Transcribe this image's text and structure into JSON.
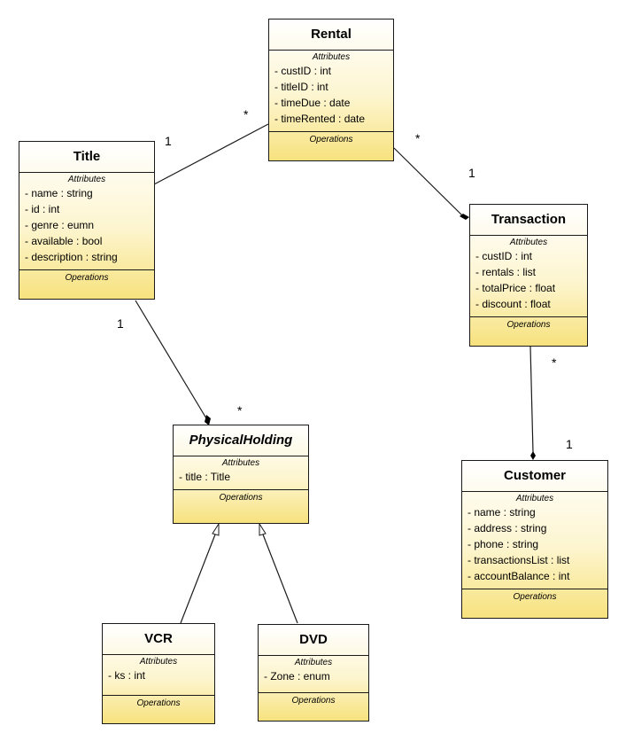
{
  "labels": {
    "attributes": "Attributes",
    "operations": "Operations"
  },
  "colors": {
    "box_top": "#ffffff",
    "box_bottom": "#f7e27e",
    "line": "#1a1a1a"
  },
  "classes": {
    "rental": {
      "name": "Rental",
      "attributes": [
        "- custID : int",
        "- titleID : int",
        "- timeDue : date",
        "- timeRented : date"
      ]
    },
    "title": {
      "name": "Title",
      "attributes": [
        "- name : string",
        "- id : int",
        "- genre : eumn",
        "- available : bool",
        "- description : string"
      ]
    },
    "transaction": {
      "name": "Transaction",
      "attributes": [
        "- custID : int",
        "- rentals : list",
        "- totalPrice : float",
        "- discount : float"
      ]
    },
    "physical_holding": {
      "name": "PhysicalHolding",
      "abstract": true,
      "attributes": [
        "- title : Title"
      ]
    },
    "customer": {
      "name": "Customer",
      "attributes": [
        "- name : string",
        "- address : string",
        "- phone : string",
        "- transactionsList : list",
        "- accountBalance : int"
      ]
    },
    "vcr": {
      "name": "VCR",
      "attributes": [
        "- ks : int"
      ]
    },
    "dvd": {
      "name": "DVD",
      "attributes": [
        "- Zone : enum"
      ]
    }
  },
  "relationships": {
    "title_rental": {
      "type": "association",
      "title_end": "1",
      "rental_end": "*"
    },
    "rental_transaction": {
      "type": "composition",
      "rental_end": "*",
      "transaction_end": "1"
    },
    "title_physical_holding": {
      "type": "composition",
      "title_end": "1",
      "physical_holding_end": "*"
    },
    "transaction_customer": {
      "type": "composition",
      "transaction_end": "*",
      "customer_end": "1"
    },
    "vcr_physical_holding": {
      "type": "generalization"
    },
    "dvd_physical_holding": {
      "type": "generalization"
    }
  }
}
